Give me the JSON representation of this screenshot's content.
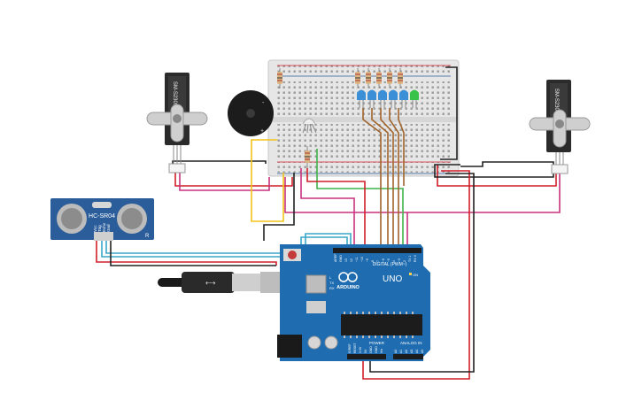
{
  "sensor": {
    "model": "HC-SR04",
    "pins": [
      "Vcc",
      "Trig",
      "Echo",
      "Gnd"
    ],
    "corner_mark": "R"
  },
  "servo_left": {
    "model": "SM-S2309S"
  },
  "servo_right": {
    "model": "SM-S2309S"
  },
  "buzzer": {
    "plus": "+",
    "minus": "-"
  },
  "arduino": {
    "brand": "ARDUINO",
    "model": "UNO",
    "digital_label": "DIGITAL (PWM~)",
    "power_label": "POWER",
    "analog_label": "ANALOG IN",
    "reset_label": "RESET",
    "tx": "TX",
    "rx": "RX",
    "on": "ON",
    "led_l": "L",
    "header_top": [
      "AREF",
      "GND",
      "13",
      "12",
      "~11",
      "~10",
      "~9",
      "8",
      "7",
      "~6",
      "~5",
      "4",
      "~3",
      "2",
      "TX 1",
      "RX 0"
    ],
    "header_power": [
      "IOREF",
      "RESET",
      "3.3V",
      "5V",
      "GND",
      "GND",
      "Vin"
    ],
    "header_analog": [
      "A0",
      "A1",
      "A2",
      "A3",
      "A4",
      "A5"
    ]
  },
  "leds": {
    "colors": [
      "#3b8fd6",
      "#3b8fd6",
      "#3b8fd6",
      "#3b8fd6",
      "#3b8fd6",
      "#39c24a"
    ]
  },
  "colors": {
    "board": "#1f6db0",
    "breadboard": "#e6e6e6",
    "wire_red": "#d11f2a",
    "wire_black": "#222222",
    "wire_yellow": "#f2c318",
    "wire_green": "#3fb34a",
    "wire_magenta": "#c8327d",
    "wire_brown": "#a0642c",
    "wire_cyan": "#3aa7c9",
    "sensor_blue": "#2b5d9b"
  }
}
